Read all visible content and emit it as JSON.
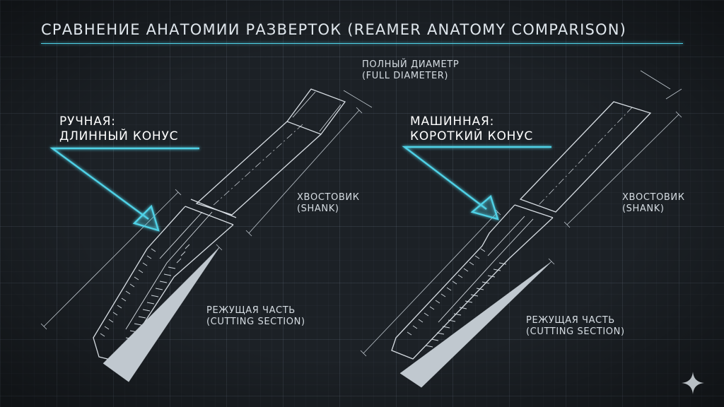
{
  "title": "СРАВНЕНИЕ АНАТОМИИ РАЗВЕРТОК (REAMER ANATOMY COMPARISON)",
  "colors": {
    "background": "#1c2126",
    "accent": "#4fd1e6",
    "line": "#d8dee4"
  },
  "labels": {
    "full_diameter_ru": "ПОЛНЫЙ ДИАМЕТР",
    "full_diameter_en": "(FULL DIAMETER)"
  },
  "hand_reamer": {
    "callout_line1": "РУЧНАЯ:",
    "callout_line2": "ДЛИННЫЙ КОНУС",
    "shank_ru": "ХВОСТОВИК",
    "shank_en": "(SHANK)",
    "cutting_ru": "РЕЖУЩАЯ ЧАСТЬ",
    "cutting_en": "(CUTTING SECTION)"
  },
  "machine_reamer": {
    "callout_line1": "МАШИННАЯ:",
    "callout_line2": "КОРОТКИЙ КОНУС",
    "shank_ru": "ХВОСТОВИК",
    "shank_en": "(SHANK)",
    "cutting_ru": "РЕЖУЩАЯ ЧАСТЬ",
    "cutting_en": "(CUTTING SECTION)"
  },
  "icons": {
    "watermark": "sparkle-icon"
  }
}
